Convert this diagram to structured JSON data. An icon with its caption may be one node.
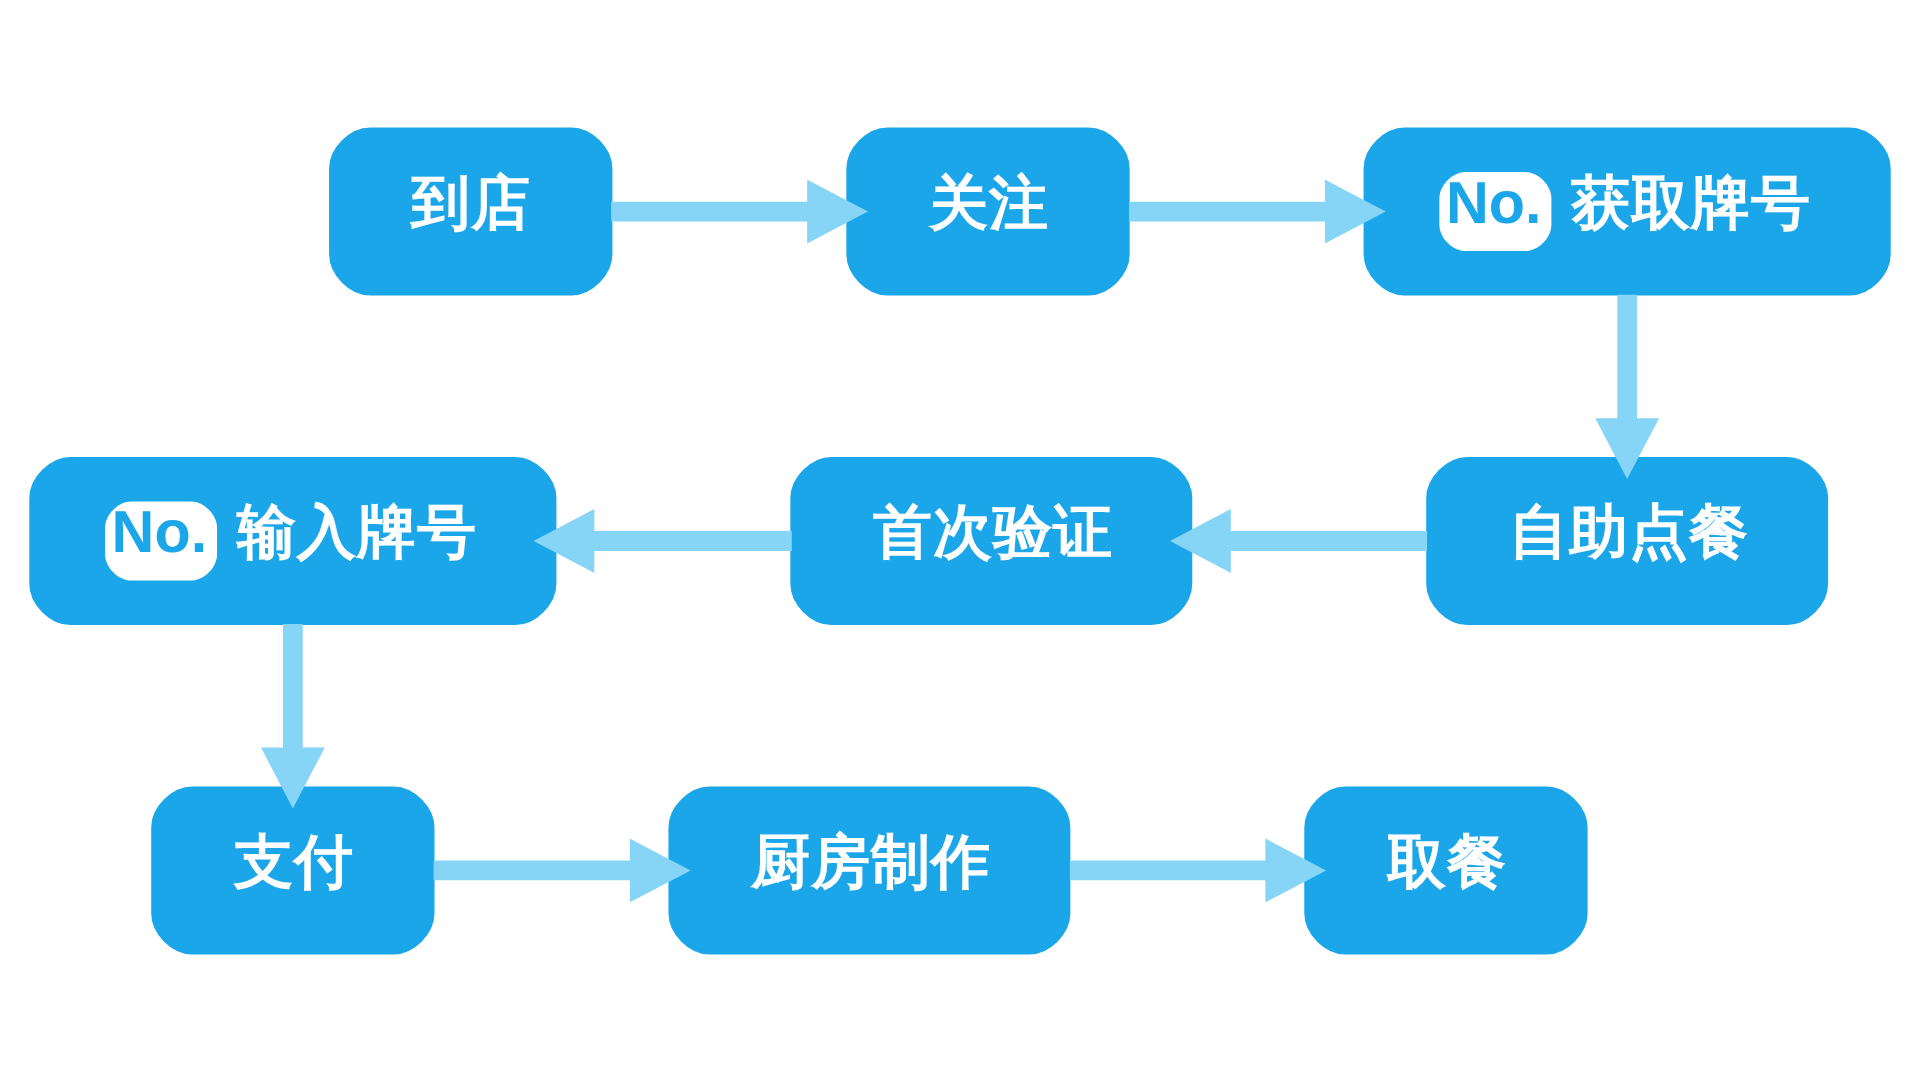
{
  "diagram": {
    "nodes": [
      {
        "text": [
          "到店"
        ]
      },
      {
        "text": [
          "关注"
        ]
      },
      {
        "text": [
          "No.",
          "获取牌号"
        ]
      },
      {
        "text": [
          "自助点餐"
        ]
      },
      {
        "text": [
          "首次验证"
        ]
      },
      {
        "text": [
          "No.",
          "输入牌号"
        ]
      },
      {
        "text": [
          "支付"
        ]
      },
      {
        "text": [
          "厨房制作"
        ]
      },
      {
        "text": [
          "取餐"
        ]
      }
    ],
    "edges": [
      {
        "from": 0,
        "to": 1,
        "arrow": "to"
      },
      {
        "from": 1,
        "to": 2,
        "arrow": "to"
      },
      {
        "from": 2,
        "to": 3,
        "arrow": "to"
      },
      {
        "from": 3,
        "to": 4,
        "arrow": "to"
      },
      {
        "from": 4,
        "to": 5,
        "arrow": "to"
      },
      {
        "from": 5,
        "to": 6,
        "arrow": "to"
      },
      {
        "from": 6,
        "to": 7,
        "arrow": "to"
      },
      {
        "from": 7,
        "to": 8,
        "arrow": "to"
      }
    ]
  }
}
